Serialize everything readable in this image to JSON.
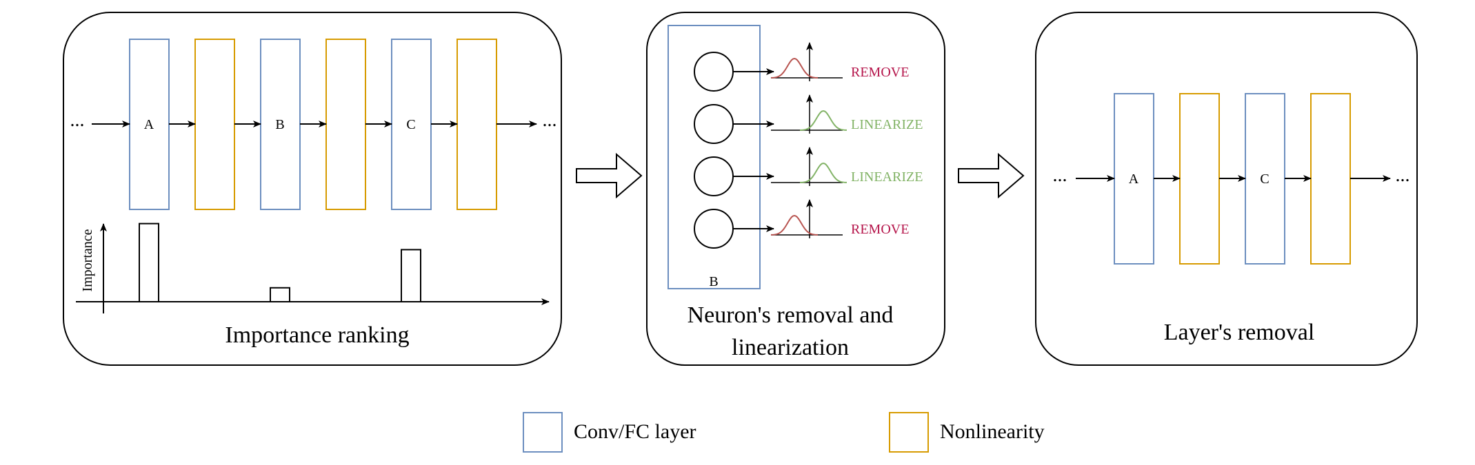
{
  "colors": {
    "conv": "#6c8ebf",
    "nonlin": "#d79b00",
    "remove": "#b5154b",
    "linearize": "#82b366",
    "remove_curve": "#b85450",
    "linearize_curve": "#82b366",
    "stroke": "#000000"
  },
  "panel1": {
    "title": "Importance ranking",
    "ellipsis": "...",
    "layer_labels": [
      "A",
      "B",
      "C"
    ],
    "ylabel": "Importance"
  },
  "panel2": {
    "title_line1": "Neuron's removal and",
    "title_line2": "linearization",
    "layer_label": "B",
    "neurons": [
      {
        "action": "REMOVE",
        "type": "remove"
      },
      {
        "action": "LINEARIZE",
        "type": "linearize"
      },
      {
        "action": "LINEARIZE",
        "type": "linearize"
      },
      {
        "action": "REMOVE",
        "type": "remove"
      }
    ]
  },
  "panel3": {
    "title": "Layer's removal",
    "layer_labels": [
      "A",
      "C"
    ]
  },
  "legend": {
    "conv_label": "Conv/FC layer",
    "nonlin_label": "Nonlinearity"
  },
  "chart_data": {
    "type": "bar",
    "categories": [
      "A",
      "B",
      "C"
    ],
    "values": [
      0.84,
      0.15,
      0.56
    ],
    "ylabel": "Importance"
  }
}
